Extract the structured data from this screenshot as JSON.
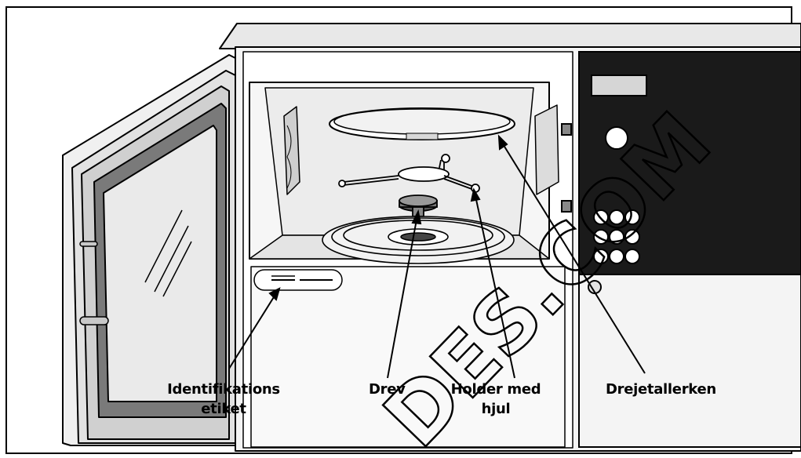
{
  "labels": {
    "identification": [
      "Identifikations",
      "etiket"
    ],
    "drive": "Drev",
    "roller": [
      "Holder med",
      "hjul"
    ],
    "turntable": "Drejetallerken"
  },
  "watermark": {
    "text": "DES.COM",
    "color": "#000000"
  },
  "colors": {
    "outline": "#000000",
    "body_fill": "#f2f2f2",
    "shade": "#cfcfcf",
    "dark_panel": "#1a1a1a",
    "window": "#777777"
  }
}
